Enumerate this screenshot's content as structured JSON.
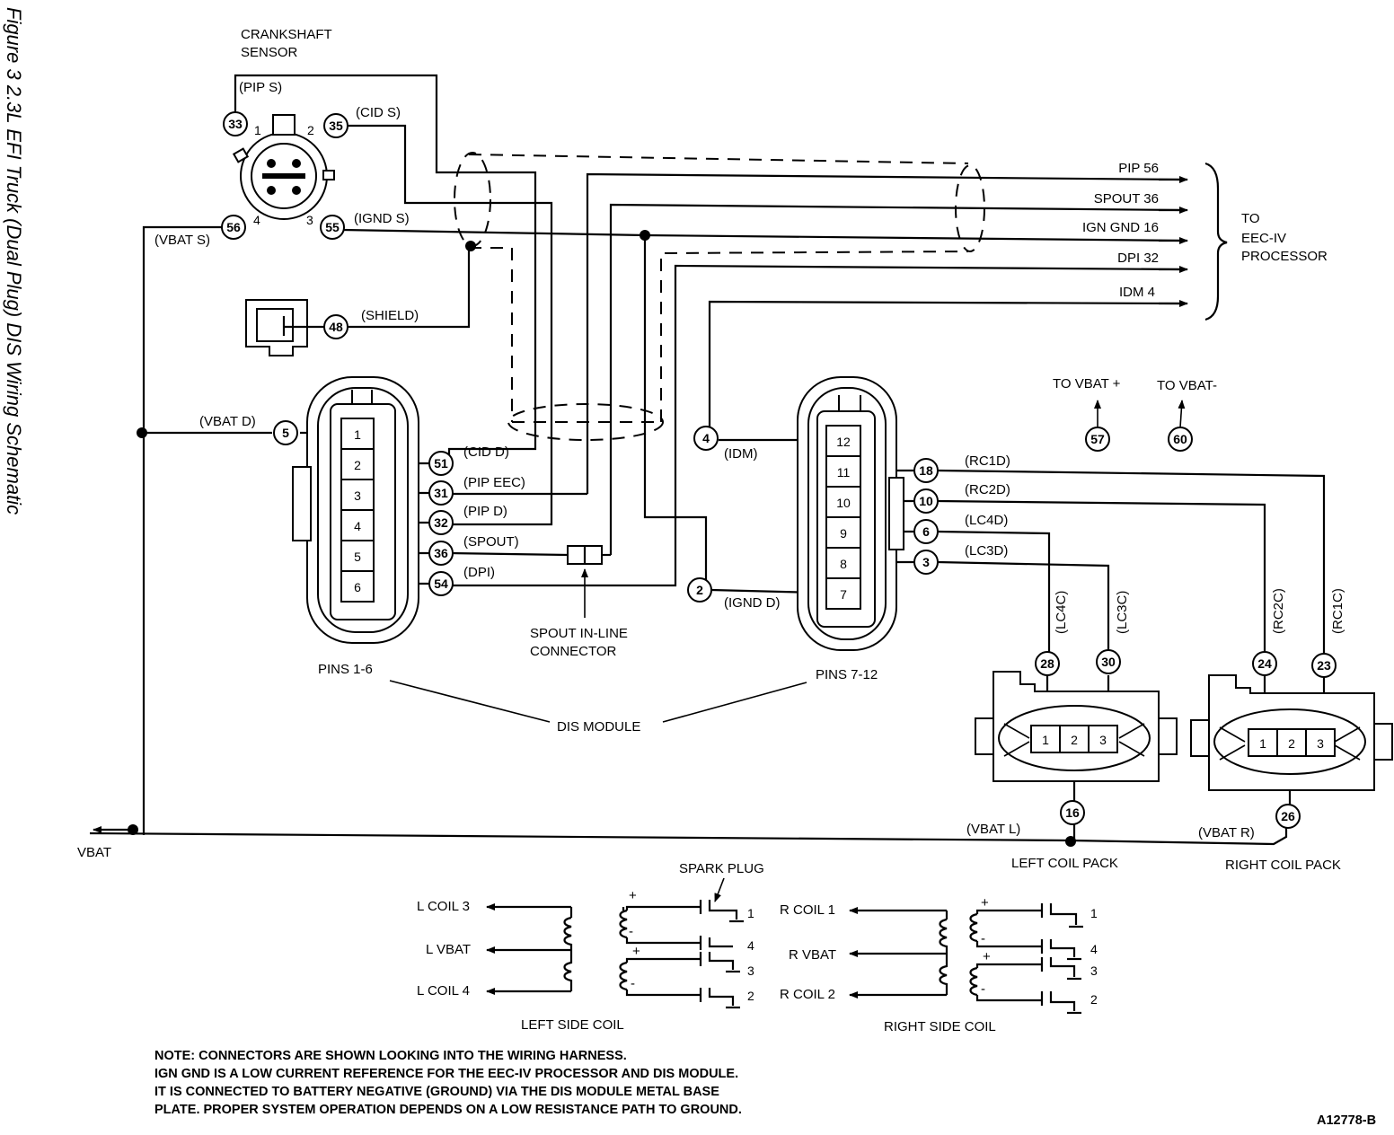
{
  "figure_title": "Figure 3   2.3L EFI Truck (Dual Plug) DIS Wiring Schematic",
  "crankshaft_sensor": {
    "label_line1": "CRANKSHAFT",
    "label_line2": "SENSOR"
  },
  "signals": {
    "pip_s": "(PIP S)",
    "cid_s": "(CID S)",
    "ignd_s": "(IGND S)",
    "vbat_s": "(VBAT S)",
    "shield": "(SHIELD)",
    "vbat_d": "(VBAT D)",
    "cid_d": "(CID D)",
    "pip_eec": "(PIP EEC)",
    "pip_d": "(PIP D)",
    "spout": "(SPOUT)",
    "dpi": "(DPI)",
    "idm": "(IDM)",
    "ignd_d": "(IGND D)",
    "rc1d": "(RC1D)",
    "rc2d": "(RC2D)",
    "lc4d": "(LC4D)",
    "lc3d": "(LC3D)",
    "lc4c": "(LC4C)",
    "lc3c": "(LC3C)",
    "rc2c": "(RC2C)",
    "rc1c": "(RC1C)",
    "vbat_l": "(VBAT L)",
    "vbat_r": "(VBAT R)"
  },
  "eec_outputs": [
    "PIP 56",
    "SPOUT 36",
    "IGN GND 16",
    "DPI 32",
    "IDM 4"
  ],
  "eec_label": [
    "TO",
    "EEC-IV",
    "PROCESSOR"
  ],
  "sensor_pins": [
    "1",
    "2",
    "3",
    "4"
  ],
  "nodes": {
    "n33": "33",
    "n35": "35",
    "n56": "56",
    "n55": "55",
    "n48": "48",
    "n5": "5",
    "n51": "51",
    "n31": "31",
    "n32": "32",
    "n36": "36",
    "n54": "54",
    "n4": "4",
    "n2": "2",
    "n18": "18",
    "n10": "10",
    "n6": "6",
    "n3": "3",
    "n57": "57",
    "n60": "60",
    "n28": "28",
    "n30": "30",
    "n24": "24",
    "n23": "23",
    "n16": "16",
    "n26": "26"
  },
  "dis_left_pins": [
    "1",
    "2",
    "3",
    "4",
    "5",
    "6"
  ],
  "dis_right_pins": [
    "12",
    "11",
    "10",
    "9",
    "8",
    "7"
  ],
  "coil_pack_pins": [
    "1",
    "2",
    "3"
  ],
  "to_vbat_plus": "TO VBAT +",
  "to_vbat_minus": "TO VBAT-",
  "spout_connector": [
    "SPOUT IN-LINE",
    "CONNECTOR"
  ],
  "pins_1_6": "PINS 1-6",
  "pins_7_12": "PINS 7-12",
  "dis_module": "DIS MODULE",
  "vbat": "VBAT",
  "left_coil_pack": "LEFT COIL PACK",
  "right_coil_pack": "RIGHT COIL PACK",
  "spark_plug": "SPARK PLUG",
  "left_side_coil": {
    "title": "LEFT SIDE COIL",
    "inputs": [
      "L COIL 3",
      "L VBAT",
      "L COIL 4"
    ],
    "plugs": [
      "1",
      "4",
      "3",
      "2"
    ]
  },
  "right_side_coil": {
    "title": "RIGHT SIDE COIL",
    "inputs": [
      "R COIL 1",
      "R VBAT",
      "R COIL 2"
    ],
    "plugs": [
      "1",
      "4",
      "3",
      "2"
    ]
  },
  "polarity": {
    "plus": "+",
    "minus": "-"
  },
  "notes": [
    "NOTE: CONNECTORS ARE SHOWN LOOKING INTO THE WIRING HARNESS.",
    "IGN GND IS A LOW CURRENT REFERENCE FOR THE EEC-IV PROCESSOR AND DIS MODULE.",
    "IT IS CONNECTED TO BATTERY NEGATIVE (GROUND) VIA THE DIS MODULE METAL BASE",
    "PLATE. PROPER SYSTEM OPERATION DEPENDS ON A LOW RESISTANCE PATH TO GROUND."
  ],
  "figure_code": "A12778-B"
}
